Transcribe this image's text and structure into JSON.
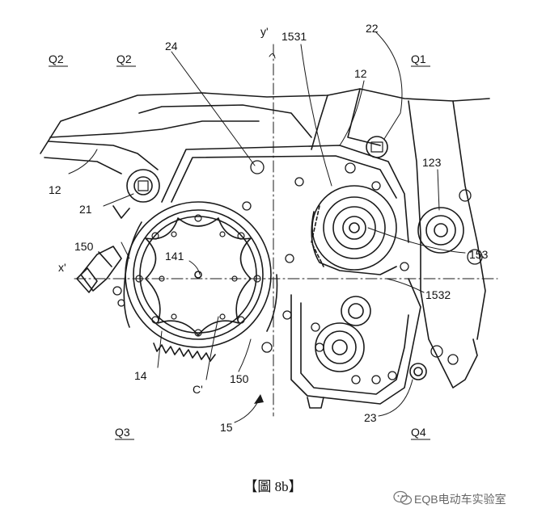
{
  "labels": {
    "q2_left": "Q2",
    "q2_right": "Q2",
    "q1": "Q1",
    "q3": "Q3",
    "q4": "Q4",
    "y_axis": "y'",
    "x_axis": "x'",
    "l1531": "1531",
    "l22": "22",
    "l24": "24",
    "l12_top": "12",
    "l12_left": "12",
    "l123": "123",
    "l21": "21",
    "l150_left": "150",
    "l141": "141",
    "l153": "153",
    "l1532": "1532",
    "l14": "14",
    "lC": "C'",
    "l150_bottom": "150",
    "l15": "15",
    "l23": "23"
  },
  "caption": "【圖 8b】",
  "watermark": "EQB电动车实验室",
  "colors": {
    "line": "#1a1a1a",
    "background": "#ffffff"
  }
}
